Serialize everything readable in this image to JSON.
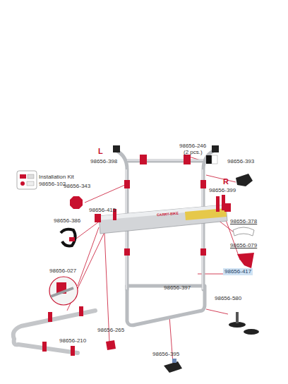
{
  "diagram": {
    "labels": [
      "Installation Kit",
      "98656-102",
      "L",
      "98656-398",
      "98656-246",
      "(2 pcs.)",
      "98656-393",
      "98656-343",
      "R",
      "98656-399",
      "98656-415",
      "98656-386",
      "98656-378",
      "98656-079",
      "98656-027",
      "98656-417",
      "98656-397",
      "98656-580",
      "98656-210",
      "98656-265",
      "98656-395",
      "CARRY-BIKE"
    ]
  }
}
